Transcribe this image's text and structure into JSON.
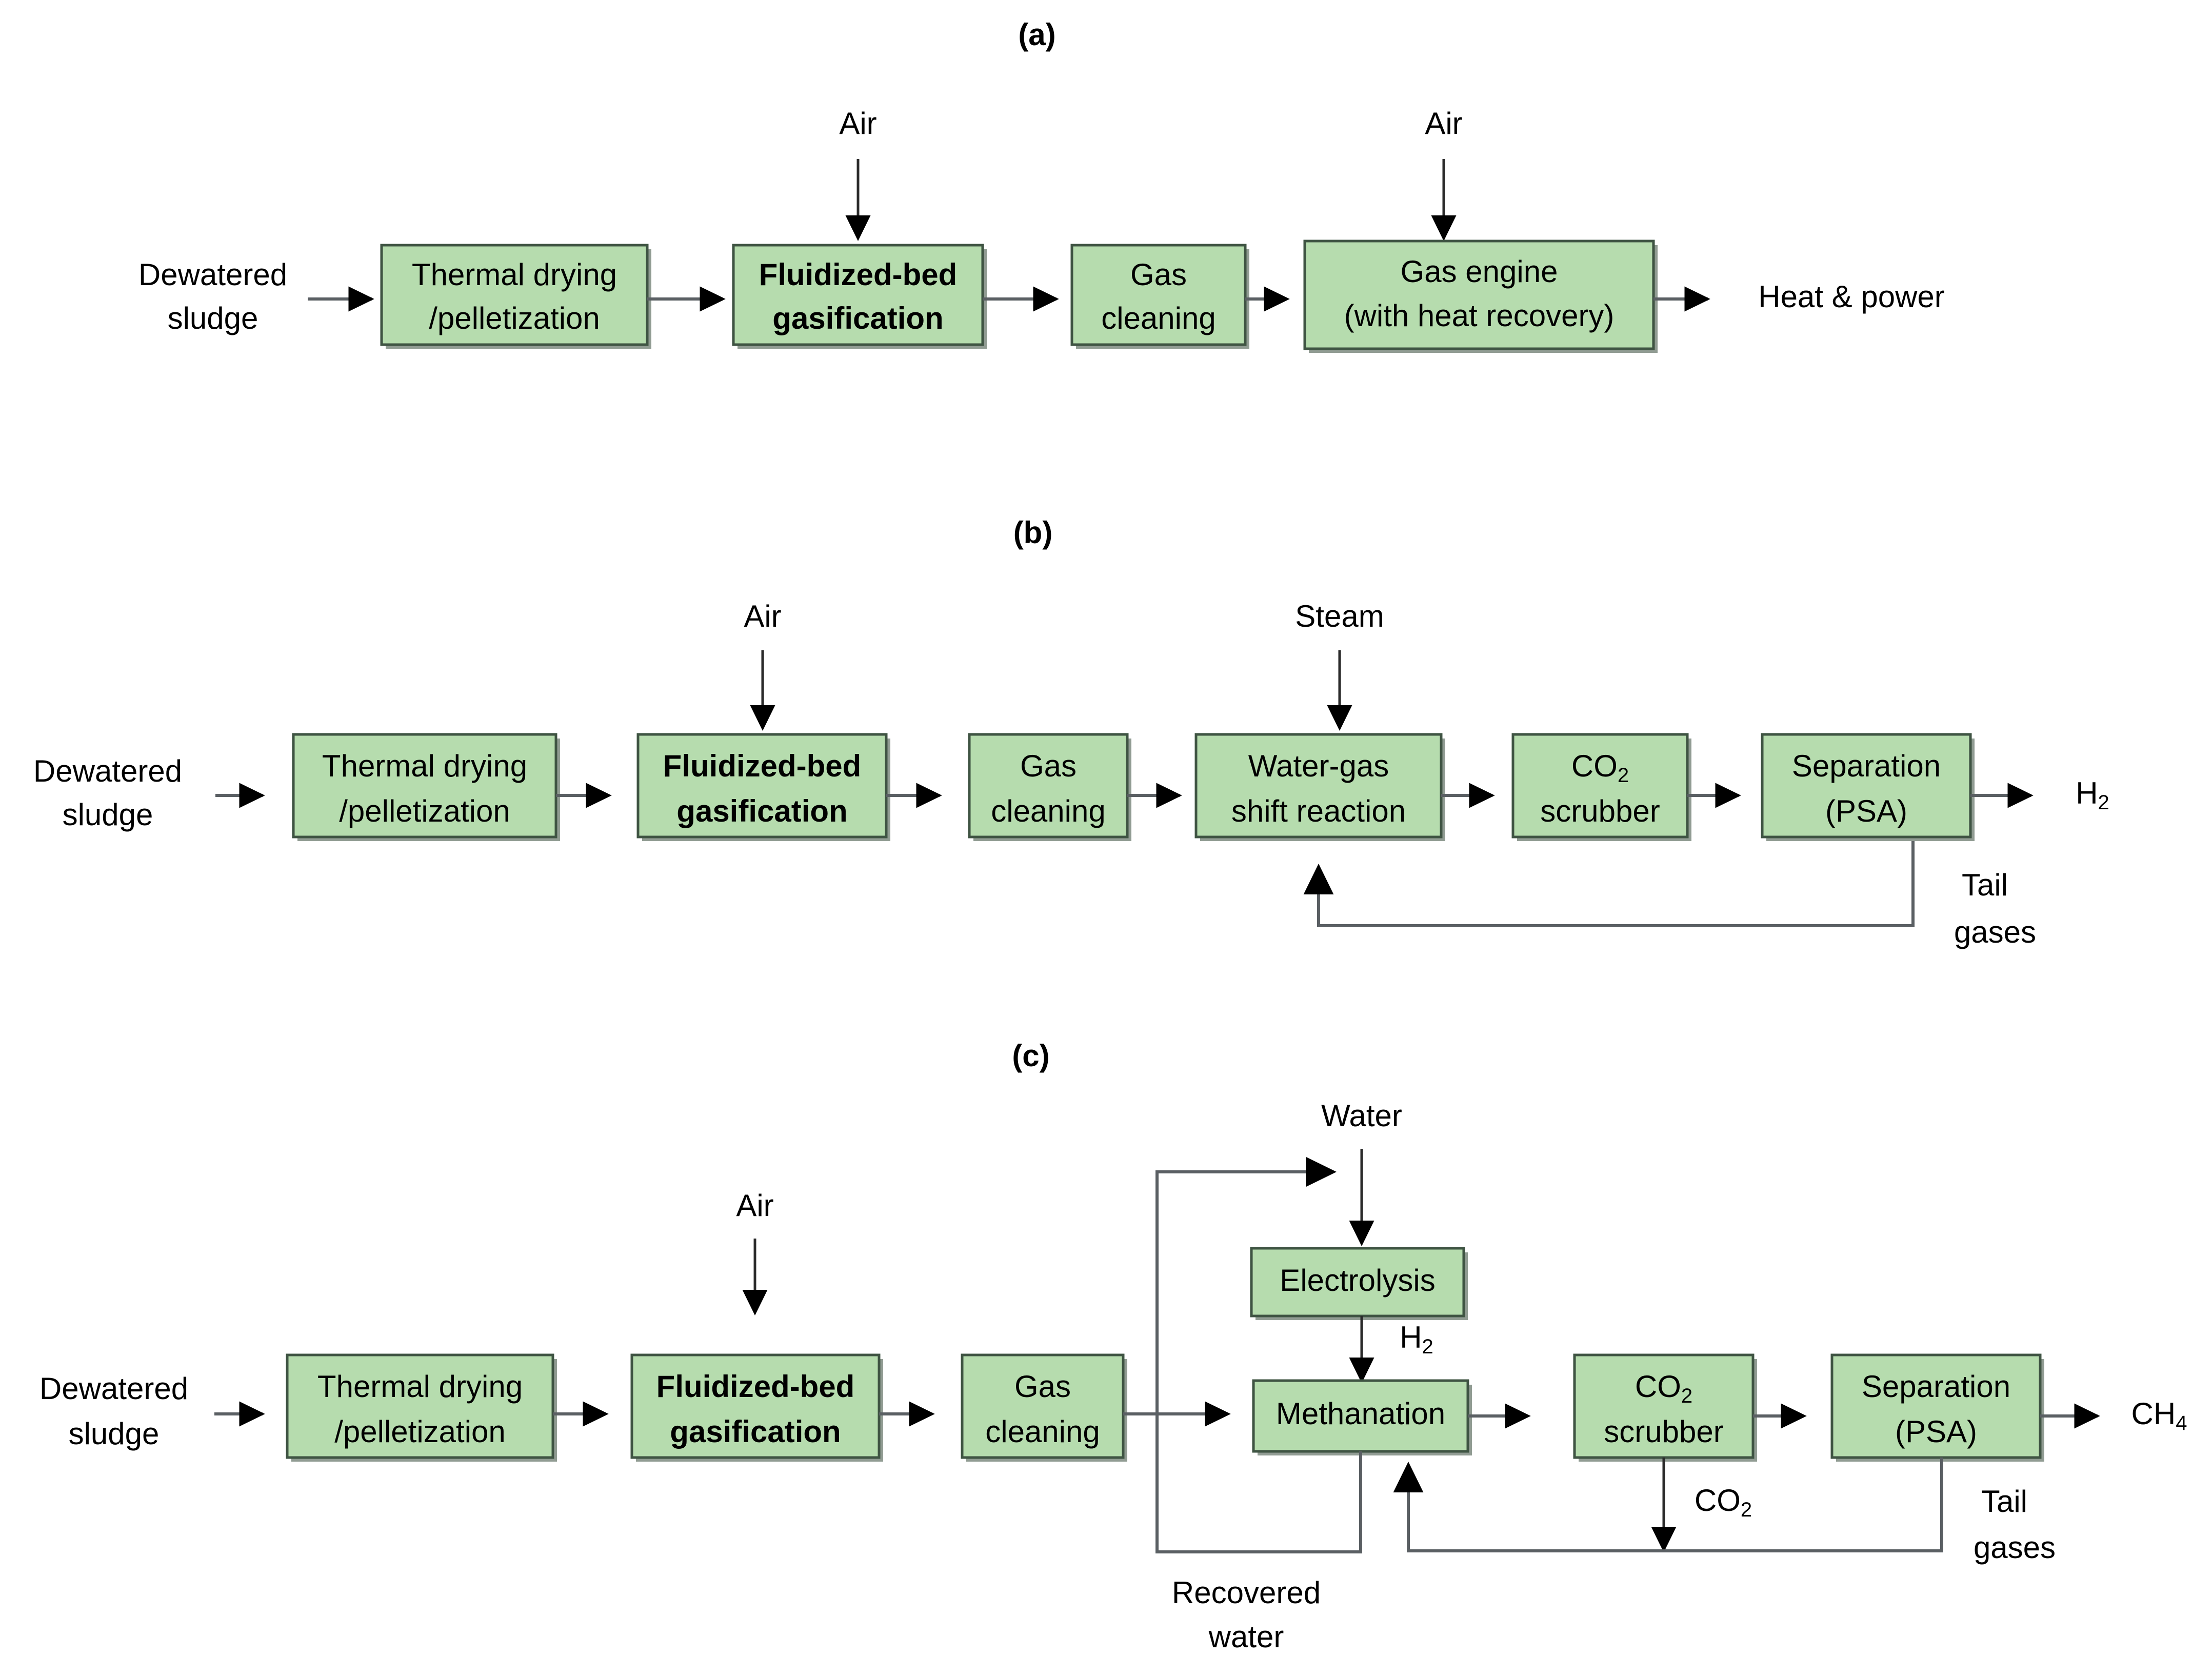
{
  "figure": {
    "type": "process-flow-diagram",
    "background_color": "#ffffff",
    "box_fill_color": "#b6dcae",
    "box_border_color": "#3f5443",
    "line_color": "#5a5f63",
    "text_color": "#000000"
  },
  "panels": [
    {
      "id": "a",
      "label": "(a)",
      "input_label_line1": "Dewatered",
      "input_label_line2": "sludge",
      "output_label": "Heat & power",
      "feed_labels": [
        "Air",
        "Air"
      ],
      "boxes": [
        {
          "id": "thermal-drying",
          "line1": "Thermal drying",
          "line2": "/pelletization",
          "bold": false
        },
        {
          "id": "fluidized-bed-gasification",
          "line1": "Fluidized-bed",
          "line2": "gasification",
          "bold": true
        },
        {
          "id": "gas-cleaning",
          "line1": "Gas",
          "line2": "cleaning",
          "bold": false
        },
        {
          "id": "gas-engine",
          "line1": "Gas engine",
          "line2": "(with heat recovery)",
          "bold": false
        }
      ]
    },
    {
      "id": "b",
      "label": "(b)",
      "input_label_line1": "Dewatered",
      "input_label_line2": "sludge",
      "output_label": "H",
      "output_label_sub": "2",
      "feed_labels": [
        "Air",
        "Steam"
      ],
      "recycle_label_line1": "Tail",
      "recycle_label_line2": "gases",
      "boxes": [
        {
          "id": "thermal-drying",
          "line1": "Thermal drying",
          "line2": "/pelletization",
          "bold": false
        },
        {
          "id": "fluidized-bed-gasification",
          "line1": "Fluidized-bed",
          "line2": "gasification",
          "bold": true
        },
        {
          "id": "gas-cleaning",
          "line1": "Gas",
          "line2": "cleaning",
          "bold": false
        },
        {
          "id": "water-gas-shift",
          "line1": "Water-gas",
          "line2": "shift reaction",
          "bold": false
        },
        {
          "id": "co2-scrubber",
          "line1": "CO",
          "line1_sub": "2",
          "line2": "scrubber",
          "bold": false
        },
        {
          "id": "separation-psa",
          "line1": "Separation",
          "line2": "(PSA)",
          "bold": false
        }
      ]
    },
    {
      "id": "c",
      "label": "(c)",
      "input_label_line1": "Dewatered",
      "input_label_line2": "sludge",
      "output_label": "CH",
      "output_label_sub": "4",
      "feed_labels": [
        "Air",
        "Water"
      ],
      "electrolysis_product": "H",
      "electrolysis_product_sub": "2",
      "co2_vent_label": "CO",
      "co2_vent_label_sub": "2",
      "recycle_label_line1": "Tail",
      "recycle_label_line2": "gases",
      "recovered_label_line1": "Recovered",
      "recovered_label_line2": "water",
      "boxes": [
        {
          "id": "thermal-drying",
          "line1": "Thermal drying",
          "line2": "/pelletization",
          "bold": false
        },
        {
          "id": "fluidized-bed-gasification",
          "line1": "Fluidized-bed",
          "line2": "gasification",
          "bold": true
        },
        {
          "id": "gas-cleaning",
          "line1": "Gas",
          "line2": "cleaning",
          "bold": false
        },
        {
          "id": "electrolysis",
          "line1": "Electrolysis",
          "line2": "",
          "bold": false
        },
        {
          "id": "methanation",
          "line1": "Methanation",
          "line2": "",
          "bold": false
        },
        {
          "id": "co2-scrubber",
          "line1": "CO",
          "line1_sub": "2",
          "line2": "scrubber",
          "bold": false
        },
        {
          "id": "separation-psa",
          "line1": "Separation",
          "line2": "(PSA)",
          "bold": false
        }
      ]
    }
  ],
  "text": {
    "panel_a_label": "(a)",
    "panel_b_label": "(b)",
    "panel_c_label": "(c)",
    "dewatered": "Dewatered",
    "sludge": "sludge",
    "air": "Air",
    "steam": "Steam",
    "water": "Water",
    "heat_and_power": "Heat & power",
    "h2": "H",
    "h2_sub": "2",
    "ch4": "CH",
    "ch4_sub": "4",
    "co2": "CO",
    "co2_sub": "2",
    "tail": "Tail",
    "gases": "gases",
    "recovered": "Recovered",
    "water_word": "water",
    "thermal_drying": "Thermal drying",
    "pelletization": "/pelletization",
    "fluidized_bed": "Fluidized-bed",
    "gasification": "gasification",
    "gas": "Gas",
    "cleaning": "cleaning",
    "gas_engine": "Gas engine",
    "with_heat_recovery": "(with heat recovery)",
    "water_gas": "Water-gas",
    "shift_reaction": "shift reaction",
    "scrubber": "scrubber",
    "separation": "Separation",
    "psa": "(PSA)",
    "electrolysis": "Electrolysis",
    "methanation": "Methanation"
  }
}
